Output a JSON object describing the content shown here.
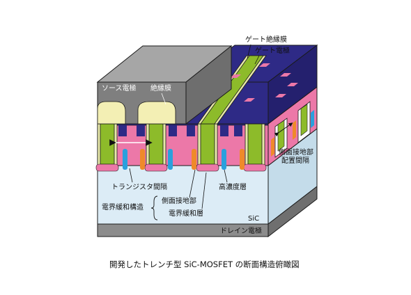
{
  "labels": {
    "source_electrode": "ソース電極",
    "insulating_film": "絶縁膜",
    "gate_insulating_film": "ゲート絶縁膜",
    "gate_electrode": "ゲート電極",
    "side_ground_spacing": "側面接地部",
    "side_ground_spacing_2": "配置間隔",
    "transistor_spacing": "トランジスタ間隔",
    "high_concentration_layer": "高濃度層",
    "side_ground": "側面接地部",
    "field_relief_layer": "電界緩和層",
    "field_relief_structure": "電界緩和構造",
    "sic": "SiC",
    "drain_electrode": "ドレイン電極"
  },
  "caption": "開発したトレンチ型 SiC-MOSFET の断面構造俯瞰図",
  "colors": {
    "source_metal": "#7f7f7f",
    "source_top": "#a6a6a6",
    "insulator": "#f3efb4",
    "gate_block": "#2e2a86",
    "gate_green": "#8dbb2a",
    "gate_oxide": "#e7e8a8",
    "pink": "#ec78a8",
    "substrate": "#dcecf6",
    "drain": "#8c8c8c",
    "blue_accent": "#2aa0dd",
    "orange_accent": "#ef8a2a",
    "outline": "#1a1a1a"
  }
}
